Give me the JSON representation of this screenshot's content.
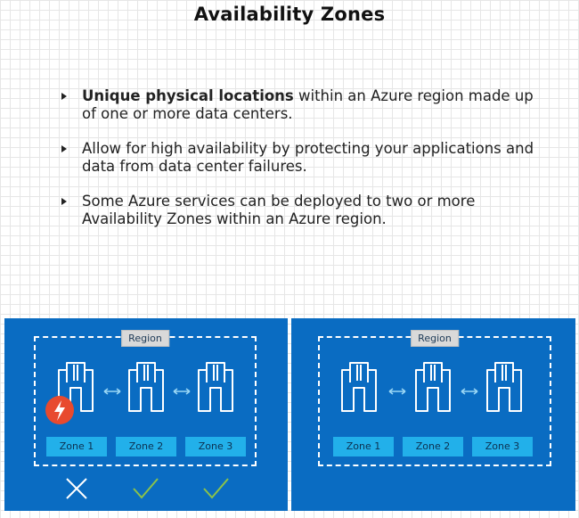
{
  "title": "Availability Zones",
  "bullets": [
    {
      "bold": "Unique physical locations",
      "text": " within an Azure region made up of one or more data centers."
    },
    {
      "bold": "",
      "text": "Allow for high availability by protecting your applications and data from data center failures."
    },
    {
      "bold": "",
      "text": "Some Azure services can be deployed to two or more Availability Zones within an Azure region."
    }
  ],
  "left_panel": {
    "region_label": "Region",
    "zones": [
      "Zone 1",
      "Zone 2",
      "Zone 3"
    ],
    "status_icons": [
      "x-icon",
      "check-icon",
      "check-icon"
    ],
    "failure_icon": "lightning-icon"
  },
  "right_panel": {
    "region_label": "Region",
    "zones": [
      "Zone 1",
      "Zone 2",
      "Zone 3"
    ]
  },
  "colors": {
    "panel_bg": "#0a6cc2",
    "zone_bg": "#22b0ea",
    "check": "#8bc34a",
    "failure": "#e84a2e"
  }
}
